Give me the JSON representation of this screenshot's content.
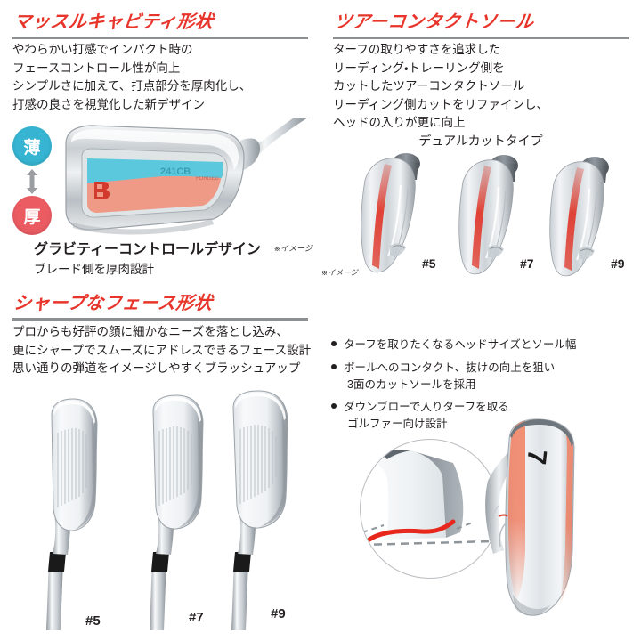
{
  "sections": {
    "muscle_cavity": {
      "heading": "マッスルキャビティ形状",
      "body": [
        "やわらかい打感でインパクト時の",
        "フェースコントロール性が向上",
        "シンプルさに加えて、打点部分を厚肉化し、",
        "打感の良さを視覚化した新デザイン"
      ],
      "badge_thin": "薄",
      "badge_thick": "厚",
      "caption_title": "グラビティーコントロールデザイン",
      "caption_note": "※イメージ",
      "caption_sub": "ブレード側を厚肉設計"
    },
    "sharp_face": {
      "heading": "シャープなフェース形状",
      "body": [
        "プロからも好評の顔に細かなニーズを落とし込み、",
        "更にシャープでスムーズにアドレスできるフェース設計",
        "思い通りの弾道をイメージしやすくブラッシュアップ"
      ],
      "club_labels": [
        "#5",
        "#7",
        "#9"
      ]
    },
    "tour_contact_sole": {
      "heading": "ツアーコンタクトソール",
      "body": [
        "ターフの取りやすさを追求した",
        "リーディング・トレーリング側を",
        "カットしたツアーコンタクトソール",
        "リーディング側カットをリファインし、",
        "ヘッドの入りが更に向上"
      ],
      "dual_cut_title": "デュアルカットタイプ",
      "image_note": "※イメージ",
      "sole_labels": [
        "#5",
        "#7",
        "#9"
      ],
      "bullets": [
        {
          "line1": "ターフを取りたくなるヘッドサイズとソール幅",
          "line2": ""
        },
        {
          "line1": "ボールへのコンタクト、抜けの向上を狙い",
          "line2": "3面のカットソールを採用"
        },
        {
          "line1": "ダウンブローで入りターフを取る",
          "line2": "ゴルファー向け設計"
        }
      ],
      "iron_number": "7"
    }
  },
  "colors": {
    "heading_red": "#e8352b",
    "rule_gray": "#8d9093",
    "badge_thin_cyan": "#36b4d1",
    "badge_thick_red": "#ea5b62",
    "cavity_cyan": "#5bc8dd",
    "cavity_salmon": "#ef9a86",
    "sole_cut_red": "#e03a2f",
    "body_text": "#231f20"
  }
}
